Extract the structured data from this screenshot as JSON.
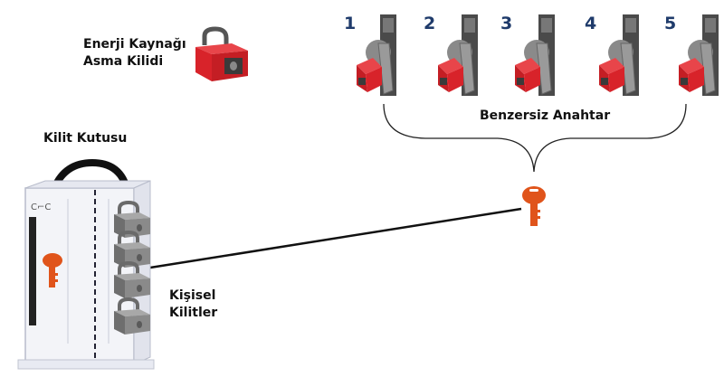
{
  "labels": {
    "energy_padlock_line1": "Enerji Kaynağı",
    "energy_padlock_line2": "Asma Kilidi",
    "lock_box": "Kilit Kutusu",
    "unique_key": "Benzersiz Anahtar",
    "personal_locks_line1": "Kişisel",
    "personal_locks_line2": "Kilitler"
  },
  "isolation_points": [
    {
      "number": "1"
    },
    {
      "number": "2"
    },
    {
      "number": "3"
    },
    {
      "number": "4"
    },
    {
      "number": "5"
    }
  ],
  "colors": {
    "padlock_red": "#d8232a",
    "key_orange": "#e0541b",
    "personal_lock_gray": "#7a7a7a",
    "number_blue": "#1f3b6b"
  }
}
